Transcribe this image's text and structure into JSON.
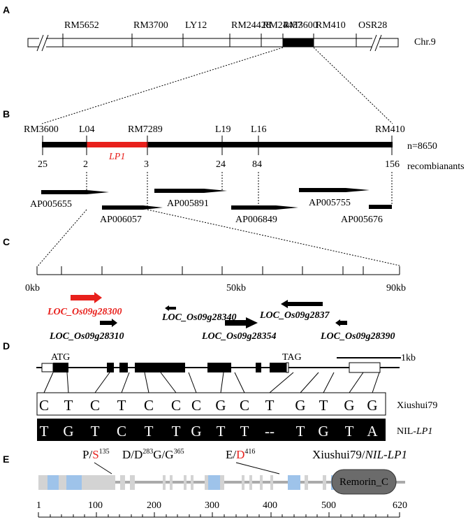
{
  "panels": {
    "a": "A",
    "b": "B",
    "c": "C",
    "d": "D",
    "e": "E"
  },
  "panel_a": {
    "markers": [
      "RM5652",
      "RM3700",
      "LY12",
      "RM24428",
      "RM24457",
      "RM3600",
      "RM410",
      "OSR28"
    ],
    "chromosome": "Chr.9"
  },
  "panel_b": {
    "markers": [
      "RM3600",
      "L04",
      "RM7289",
      "L19",
      "L16",
      "RM410"
    ],
    "gene_label": "LP1",
    "n_label": "n=8650",
    "recombinant_counts": [
      "25",
      "2",
      "3",
      "24",
      "84",
      "156"
    ],
    "recombinant_label": "recombianants",
    "bacs": [
      "AP005655",
      "AP006057",
      "AP005891",
      "AP006849",
      "AP005755",
      "AP005676"
    ]
  },
  "panel_c": {
    "scale_labels": [
      "0kb",
      "50kb",
      "90kb"
    ],
    "genes": [
      "LOC_Os09g28300",
      "LOC_Os09g28340",
      "LOC_Os09g2837",
      "LOC_Os09g28310",
      "LOC_Os09g28354",
      "LOC_Os09g28390"
    ]
  },
  "panel_d": {
    "start_codon": "ATG",
    "stop_codon": "TAG",
    "scale_bar": "1kb",
    "row1_label": "Xiushui79",
    "row1_seq": [
      "C",
      "T",
      "C",
      "T",
      "C",
      "C",
      "C",
      "G",
      "C",
      "T",
      "G",
      "T",
      "G",
      "G"
    ],
    "row2_label_prefix": "NIL-",
    "row2_label_gene": "LP1",
    "row2_seq": [
      "T",
      "G",
      "T",
      "C",
      "T",
      "T",
      "G",
      "T",
      "T",
      "--",
      "T",
      "G",
      "T",
      "A"
    ]
  },
  "panel_e": {
    "mut1_pre": "P/",
    "mut1_aa": "S",
    "mut1_pos": "135",
    "mut2_a": "D/D",
    "mut2_a_pos": "283",
    "mut2_b": "G/G",
    "mut2_b_pos": "365",
    "mut3_pre": "E/",
    "mut3_aa": "D",
    "mut3_pos": "416",
    "legend_prefix": "Xiushui79/",
    "legend_gene": "NIL-LP1",
    "domain_label": "Remorin_C",
    "axis_labels": [
      "1",
      "100",
      "200",
      "300",
      "400",
      "500",
      "620"
    ]
  },
  "colors": {
    "highlight": "#e8201c",
    "domain": "#6b6b6b",
    "motif": "#9ec3ea",
    "segment": "#d3d3d3"
  }
}
